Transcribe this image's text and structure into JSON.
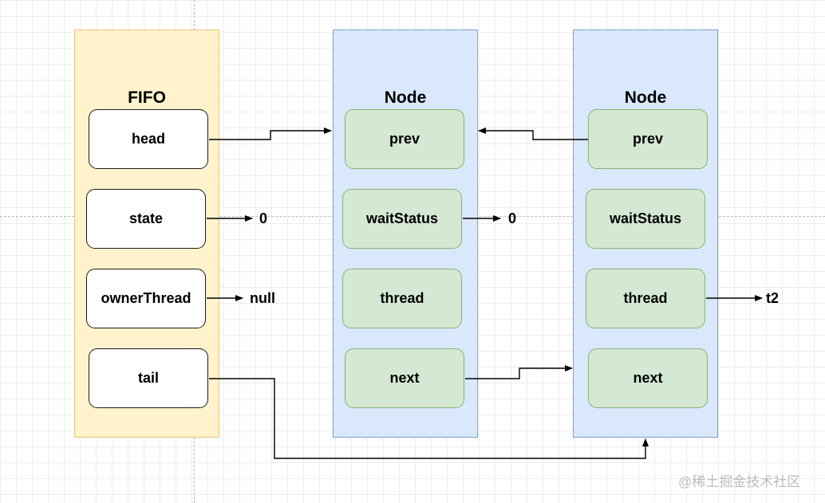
{
  "fifo": {
    "title": "FIFO",
    "fields": [
      "head",
      "state",
      "ownerThread",
      "tail"
    ]
  },
  "node1": {
    "title": "Node",
    "fields": [
      "prev",
      "waitStatus",
      "thread",
      "next"
    ]
  },
  "node2": {
    "title": "Node",
    "fields": [
      "prev",
      "waitStatus",
      "thread",
      "next"
    ]
  },
  "values": {
    "state": "0",
    "owner_thread": "null",
    "node1_wait_status": "0",
    "node2_thread": "t2"
  },
  "watermark": "@稀土掘金技术社区",
  "colors": {
    "fifo_fill": "#fff2cc",
    "node_fill": "#dae8fc",
    "field_green": "#d5e8d4"
  }
}
